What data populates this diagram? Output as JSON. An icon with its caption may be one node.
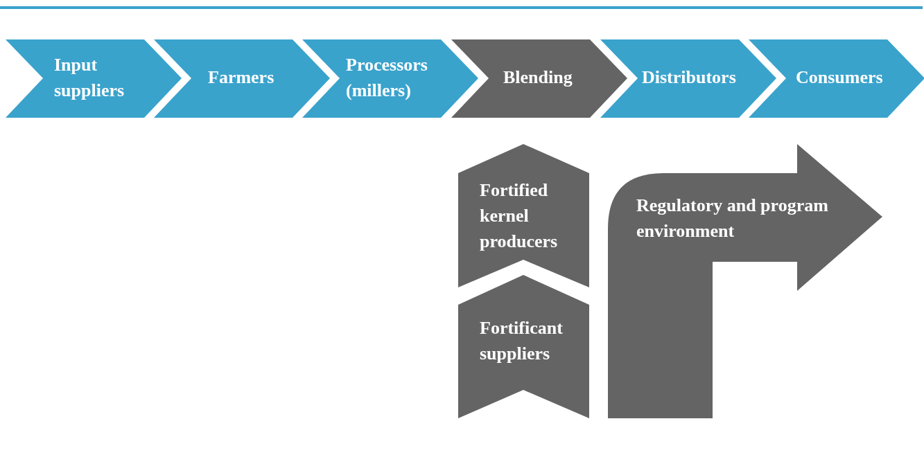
{
  "diagram": {
    "nodes": [
      {
        "text": [
          "Input suppliers"
        ]
      },
      {
        "text": [
          "Farmers"
        ]
      },
      {
        "text": [
          "Processors (millers)"
        ]
      },
      {
        "text": [
          "Blending"
        ]
      },
      {
        "text": [
          "Distributors"
        ]
      },
      {
        "text": [
          "Consumers"
        ]
      },
      {
        "text": [
          "Fortified kernel producers"
        ]
      },
      {
        "text": [
          "Fortificant suppliers"
        ]
      },
      {
        "text": [
          "Regulatory and program environment"
        ]
      }
    ]
  }
}
